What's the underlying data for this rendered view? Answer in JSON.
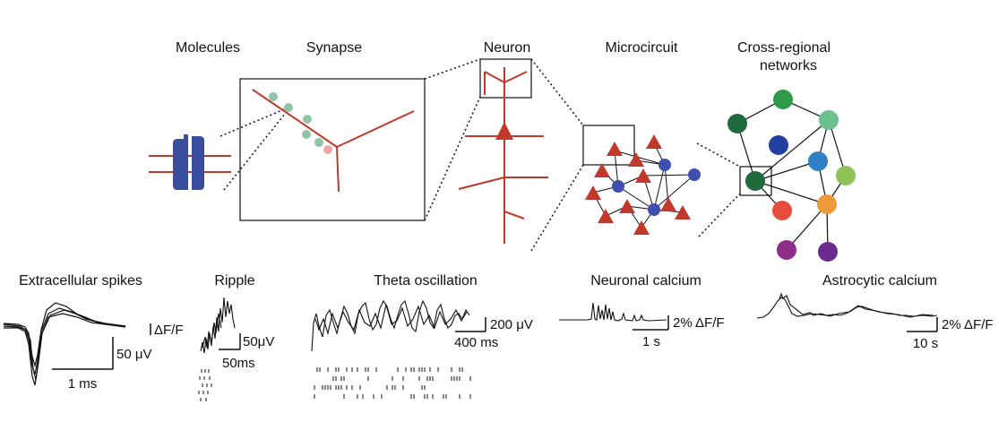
{
  "scales": {
    "labels": {
      "molecules": "Molecules",
      "synapse": "Synapse",
      "neuron": "Neuron",
      "microcircuit": "Microcircuit",
      "cross_regional_line1": "Cross-regional",
      "cross_regional_line2": "networks"
    }
  },
  "recordings": {
    "labels": {
      "extracellular": "Extracellular spikes",
      "ripple": "Ripple",
      "theta": "Theta oscillation",
      "neuronal_calcium": "Neuronal calcium",
      "astrocytic_calcium": "Astrocytic calcium"
    },
    "scalebars": {
      "dff_marker": "ΔF/F",
      "spikes_v": "50 μV",
      "spikes_t": "1 ms",
      "ripple_v": "50μV",
      "ripple_t": "50ms",
      "theta_v": "200 μV",
      "theta_t": "400 ms",
      "neuronal_v": "2% ΔF/F",
      "neuronal_t": "1 s",
      "astro_v": "2% ΔF/F",
      "astro_t": "10 s"
    }
  },
  "colors": {
    "neuron_red": "#c0392b",
    "channel_blue": "#3a4ea0",
    "interneuron_blue": "#3f4fb0",
    "vesicle_green": "#8fc5a5",
    "vesicle_pink": "#f0a6a8",
    "network_nodes": [
      "#2e9a4a",
      "#1f6b3c",
      "#6cc18f",
      "#2340a0",
      "#2f80c4",
      "#8fc256",
      "#1f6b3c",
      "#e84c3d",
      "#ef9a3a",
      "#8e2d8a",
      "#6a2a90"
    ]
  }
}
